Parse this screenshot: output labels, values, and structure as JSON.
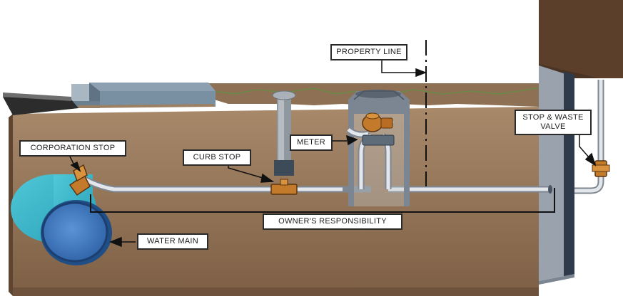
{
  "labels": {
    "property_line": "PROPERTY LINE",
    "meter": "METER",
    "corporation_stop": "CORPORATION STOP",
    "curb_stop": "CURB STOP",
    "owners_responsibility": "OWNER'S RESPONSIBILITY",
    "water_main": "WATER MAIN",
    "stop_waste_line1": "STOP & WASTE",
    "stop_waste_line2": "VALVE"
  },
  "colors": {
    "soil": "#8b6c4f",
    "soil_top": "#a28364",
    "grass": "#7ea05a",
    "pavement": "#6b7f8f",
    "water_main_outer": "#37b5c9",
    "water_main_inner": "#3f78c0",
    "pipe": "#d9dde2",
    "building": "#6b4a33",
    "wall": "#9aa2ae",
    "valve_brass": "#c47a2b"
  }
}
